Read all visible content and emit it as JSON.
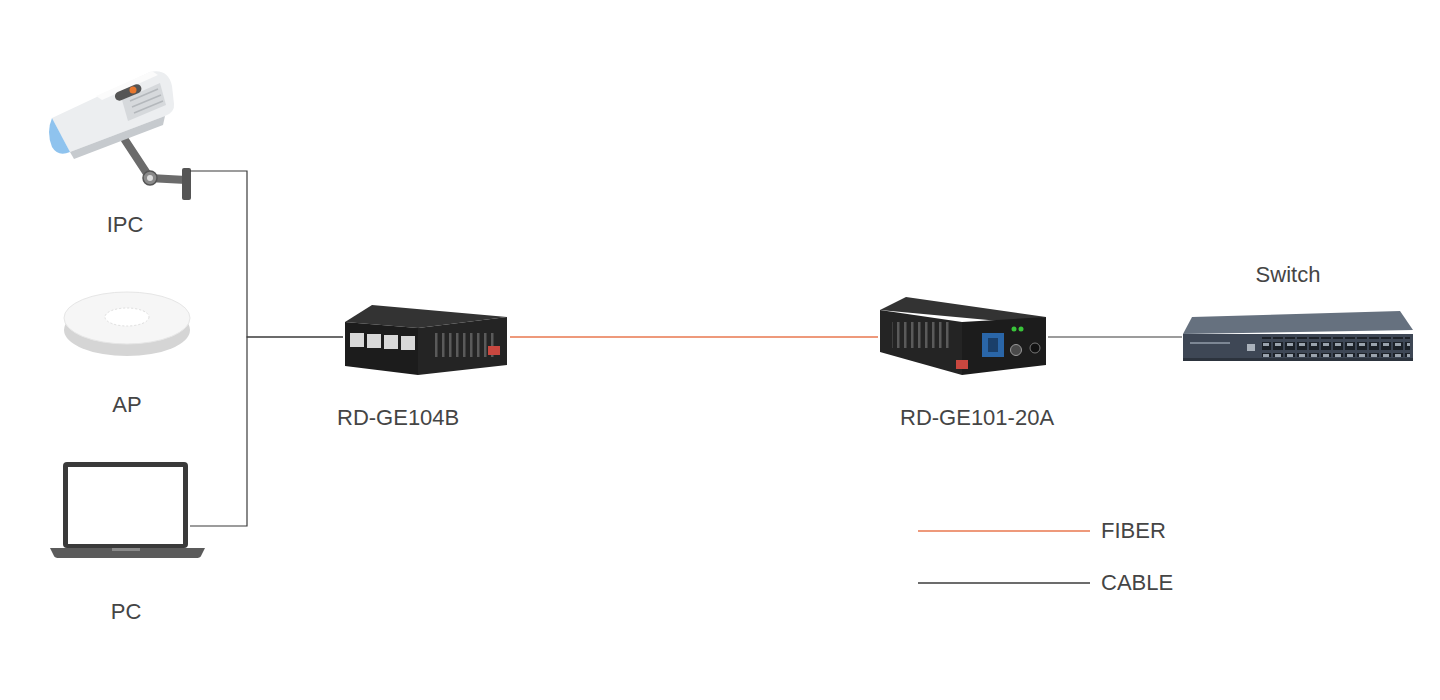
{
  "diagram": {
    "nodes": [
      {
        "text": [
          "IPC"
        ]
      },
      {
        "text": [
          "AP"
        ]
      },
      {
        "text": [
          "PC"
        ]
      },
      {
        "text": [
          "RD-GE104B"
        ]
      },
      {
        "text": [
          "RD-GE101-20A"
        ]
      },
      {
        "text": [
          "Switch"
        ]
      }
    ],
    "edges": [
      {
        "from": 0,
        "to": 3,
        "arrow": "none"
      },
      {
        "from": 2,
        "to": 3,
        "arrow": "none"
      },
      {
        "from": 3,
        "to": 4,
        "arrow": "none"
      },
      {
        "from": 4,
        "to": 5,
        "arrow": "none"
      }
    ],
    "legend": [
      {
        "text": "FIBER"
      },
      {
        "text": "CABLE"
      }
    ]
  }
}
